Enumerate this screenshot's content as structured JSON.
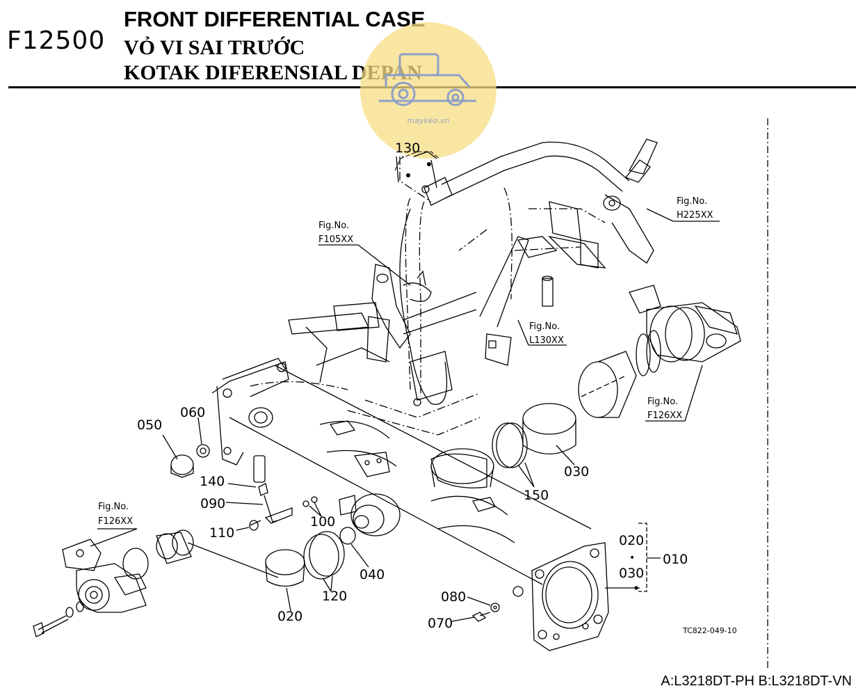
{
  "header": {
    "code": "F12500",
    "title_en": "FRONT DIFFERENTIAL CASE",
    "title_vi": "VỎ VI SAI TRƯỚC",
    "title_id": "KOTAK DIFERENSIAL DEPAN"
  },
  "watermark": {
    "text": "maykeo.vn",
    "icon": "tractor-icon",
    "color": "#f5d76e"
  },
  "fig_refs": [
    {
      "label": "Fig.No.",
      "code": "H225XX"
    },
    {
      "label": "Fig.No.",
      "code": "F105XX"
    },
    {
      "label": "Fig.No.",
      "code": "L130XX"
    },
    {
      "label": "Fig.No.",
      "code": "F126XX"
    },
    {
      "label": "Fig.No.",
      "code": "F126XX"
    }
  ],
  "parts": {
    "p130": "130",
    "p050": "050",
    "p060": "060",
    "p140": "140",
    "p090": "090",
    "p110": "110",
    "p100": "100",
    "p150": "150",
    "p030a": "030",
    "p040": "040",
    "p120": "120",
    "p020a": "020",
    "p080": "080",
    "p070": "070",
    "p020b": "020",
    "dot": "•",
    "p030b": "030",
    "p010": "010"
  },
  "drawing_code": "TC822-049-10",
  "footer": "A:L3218DT-PH B:L3218DT-VN"
}
